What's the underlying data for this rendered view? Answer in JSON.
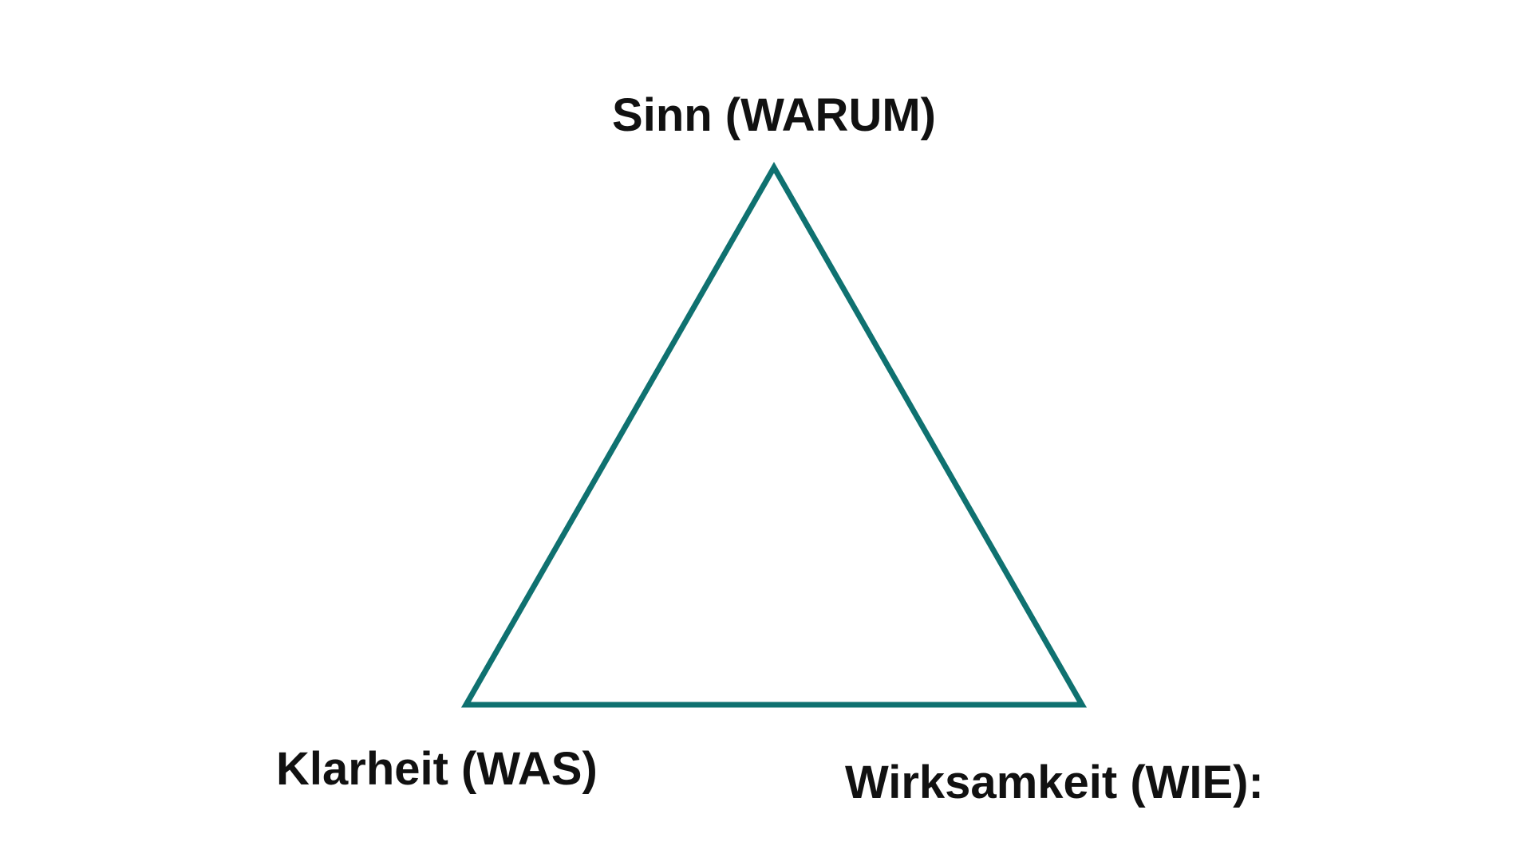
{
  "diagram": {
    "shape": "triangle",
    "stroke_color": "#0f7170",
    "vertices": {
      "top": "Sinn (WARUM)",
      "bottom_left": "Klarheit (WAS)",
      "bottom_right": "Wirksamkeit (WIE):"
    }
  }
}
